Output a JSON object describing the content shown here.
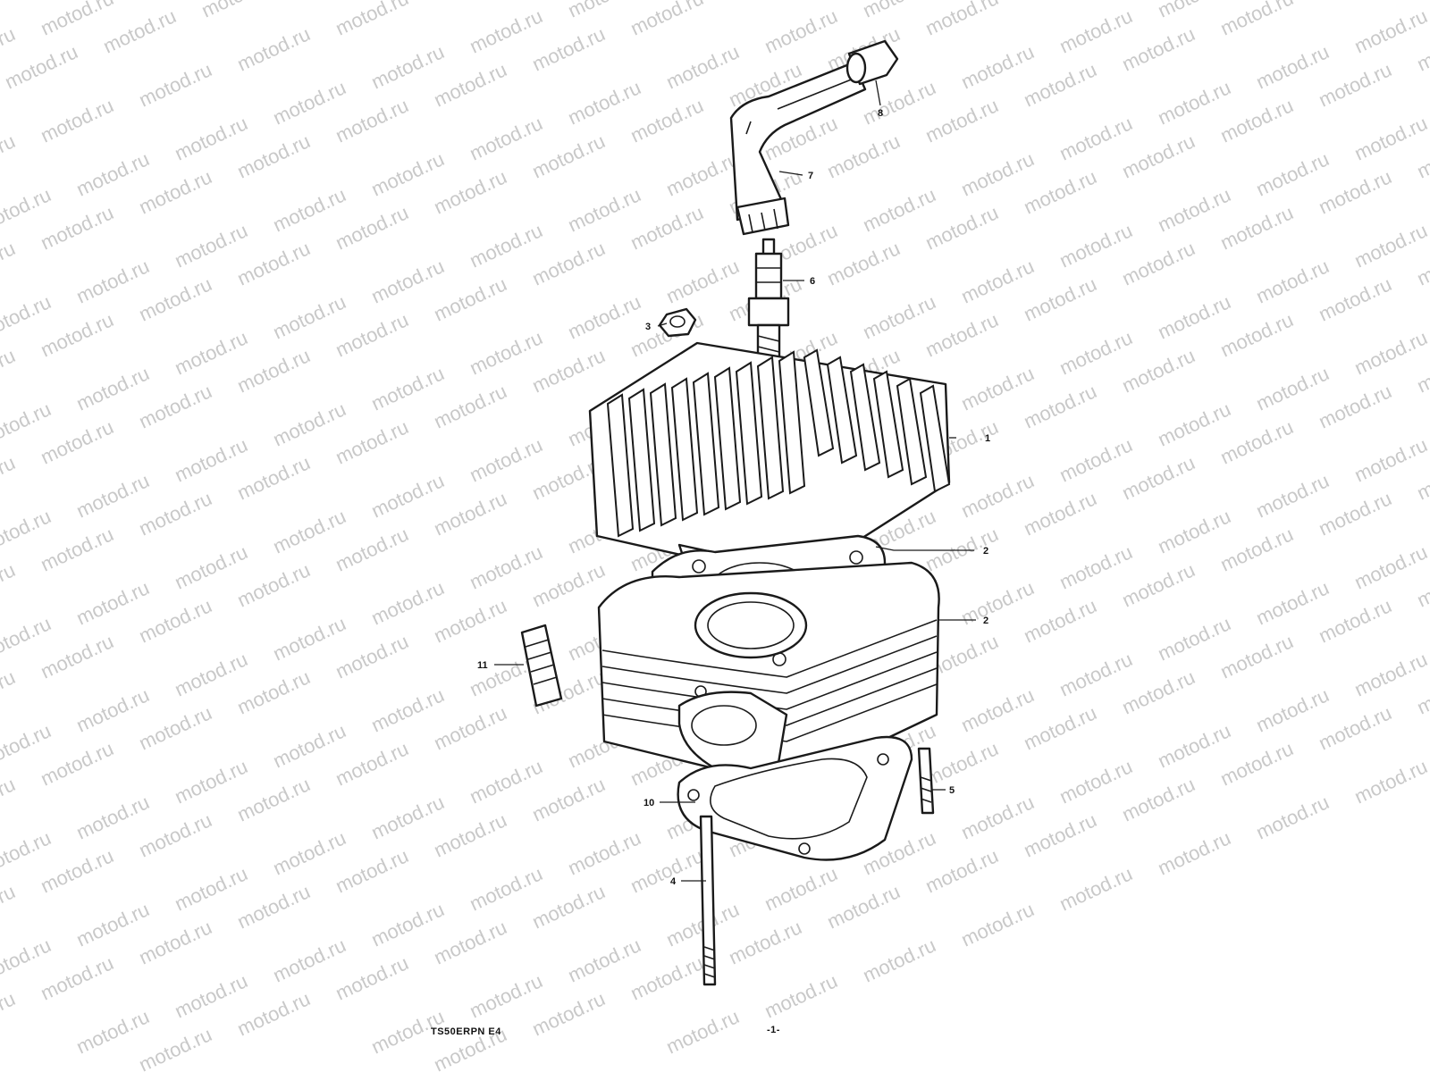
{
  "watermark": "motod.ru",
  "callouts": [
    "1",
    "2",
    "2",
    "3",
    "4",
    "5",
    "6",
    "7",
    "8",
    "10",
    "11"
  ],
  "footer": {
    "model_code": "TS50ERPN E4",
    "page_number": "-1-"
  }
}
